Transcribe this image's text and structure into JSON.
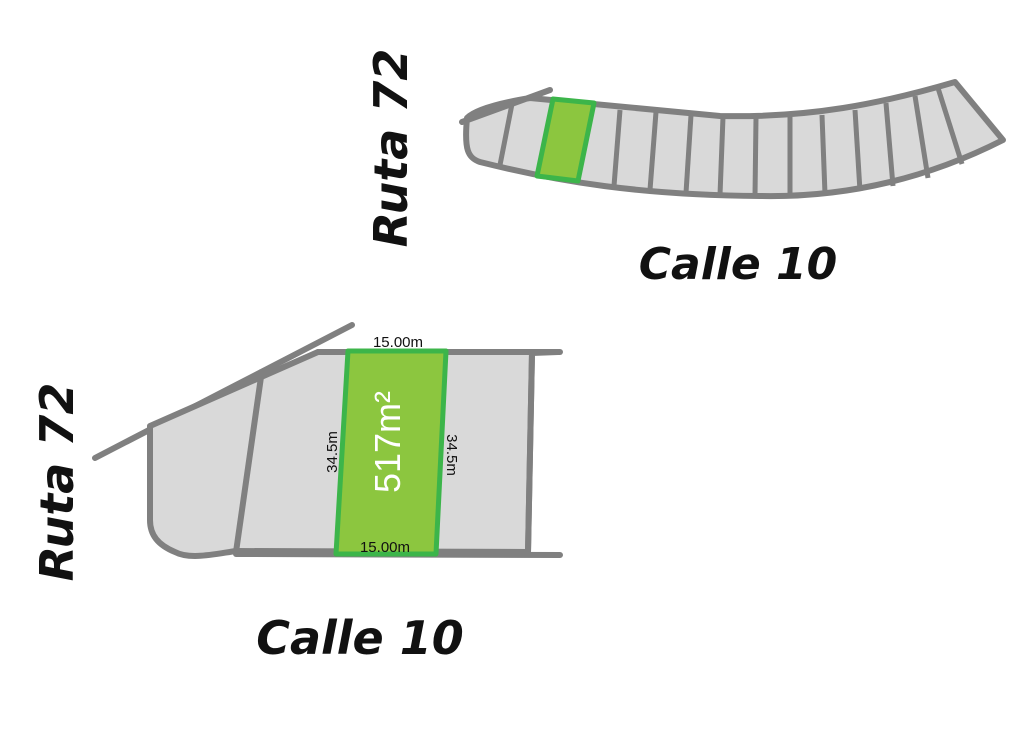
{
  "colors": {
    "lot_fill": "#d9d9d9",
    "lot_stroke": "#808080",
    "highlight_fill": "#8cc63f",
    "highlight_stroke": "#3cb54a",
    "text": "#111111"
  },
  "overview_map": {
    "road_vertical": "Ruta 72",
    "road_horizontal": "Calle 10"
  },
  "detail_map": {
    "road_vertical": "Ruta 72",
    "road_horizontal": "Calle 10",
    "lot": {
      "width_top": "15.00m",
      "width_bottom": "15.00m",
      "depth_left": "34.5m",
      "depth_right": "34.5m",
      "area": "517m²"
    }
  }
}
